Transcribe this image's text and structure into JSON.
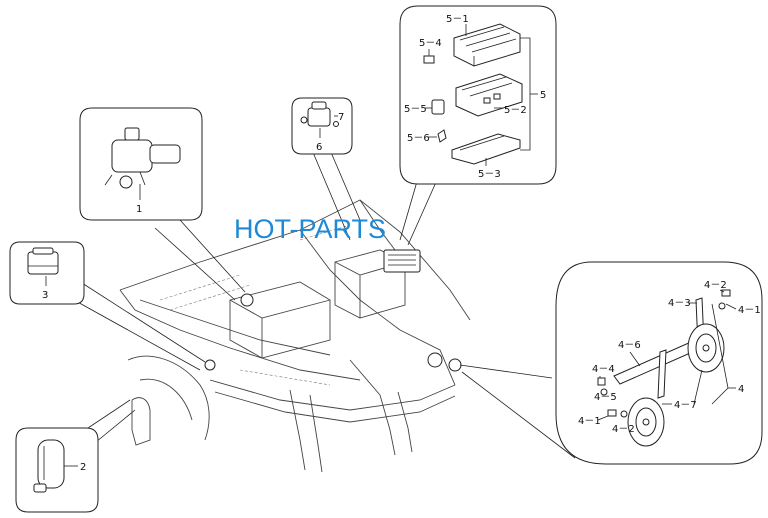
{
  "watermark": "HOT-PARTS",
  "callouts": {
    "c1": "1",
    "c2": "2",
    "c3": "3",
    "c4": "4",
    "c4_1a": "4－1",
    "c4_1b": "4－1",
    "c4_2a": "4－2",
    "c4_2b": "4－2",
    "c4_3": "4－3",
    "c4_4": "4－4",
    "c4_5": "4－5",
    "c4_6": "4－6",
    "c4_7": "4－7",
    "c5": "5",
    "c5_1": "5－1",
    "c5_2": "5－2",
    "c5_3": "5－3",
    "c5_4": "5－4",
    "c5_5": "5－5",
    "c5_6": "5－6",
    "c6": "6",
    "c7": "7"
  }
}
